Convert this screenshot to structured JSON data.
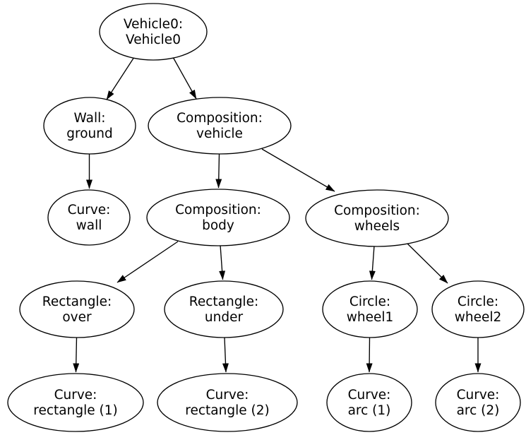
{
  "diagram": {
    "type": "tree-graph",
    "colors": {
      "background": "#ffffff",
      "node_fill": "#ffffff",
      "node_stroke": "#000000",
      "edge": "#000000",
      "text": "#000000"
    },
    "nodes": [
      {
        "id": "vehicle0",
        "line1": "Vehicle0:",
        "line2": "Vehicle0"
      },
      {
        "id": "wall-ground",
        "line1": "Wall:",
        "line2": "ground"
      },
      {
        "id": "composition-vehicle",
        "line1": "Composition:",
        "line2": "vehicle"
      },
      {
        "id": "curve-wall",
        "line1": "Curve:",
        "line2": "wall"
      },
      {
        "id": "composition-body",
        "line1": "Composition:",
        "line2": "body"
      },
      {
        "id": "composition-wheels",
        "line1": "Composition:",
        "line2": "wheels"
      },
      {
        "id": "rectangle-over",
        "line1": "Rectangle:",
        "line2": "over"
      },
      {
        "id": "rectangle-under",
        "line1": "Rectangle:",
        "line2": "under"
      },
      {
        "id": "circle-wheel1",
        "line1": "Circle:",
        "line2": "wheel1"
      },
      {
        "id": "circle-wheel2",
        "line1": "Circle:",
        "line2": "wheel2"
      },
      {
        "id": "curve-rectangle-1",
        "line1": "Curve:",
        "line2": "rectangle (1)"
      },
      {
        "id": "curve-rectangle-2",
        "line1": "Curve:",
        "line2": "rectangle (2)"
      },
      {
        "id": "curve-arc-1",
        "line1": "Curve:",
        "line2": "arc (1)"
      },
      {
        "id": "curve-arc-2",
        "line1": "Curve:",
        "line2": "arc (2)"
      }
    ],
    "edges": [
      {
        "from": "vehicle0",
        "to": "wall-ground"
      },
      {
        "from": "vehicle0",
        "to": "composition-vehicle"
      },
      {
        "from": "wall-ground",
        "to": "curve-wall"
      },
      {
        "from": "composition-vehicle",
        "to": "composition-body"
      },
      {
        "from": "composition-vehicle",
        "to": "composition-wheels"
      },
      {
        "from": "composition-body",
        "to": "rectangle-over"
      },
      {
        "from": "composition-body",
        "to": "rectangle-under"
      },
      {
        "from": "composition-wheels",
        "to": "circle-wheel1"
      },
      {
        "from": "composition-wheels",
        "to": "circle-wheel2"
      },
      {
        "from": "rectangle-over",
        "to": "curve-rectangle-1"
      },
      {
        "from": "rectangle-under",
        "to": "curve-rectangle-2"
      },
      {
        "from": "circle-wheel1",
        "to": "curve-arc-1"
      },
      {
        "from": "circle-wheel2",
        "to": "curve-arc-2"
      }
    ]
  }
}
